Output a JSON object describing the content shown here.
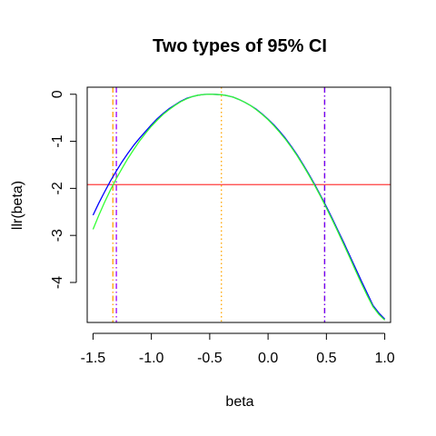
{
  "chart_data": {
    "type": "line",
    "title": "Two types of 95% CI",
    "xlabel": "beta",
    "ylabel": "llr(beta)",
    "xlim": [
      -1.55,
      1.05
    ],
    "ylim": [
      -4.85,
      0.15
    ],
    "x_ticks": [
      -1.5,
      -1.0,
      -0.5,
      0.0,
      0.5,
      1.0
    ],
    "x_tick_labels": [
      "-1.5",
      "-1.0",
      "-0.5",
      "0.0",
      "0.5",
      "1.0"
    ],
    "y_ticks": [
      0,
      -1,
      -2,
      -3,
      -4
    ],
    "y_tick_labels": [
      "0",
      "-1",
      "-2",
      "-3",
      "-4"
    ],
    "grid": false,
    "series": [
      {
        "color": "#0000ff",
        "x": [
          -1.5,
          -1.45,
          -1.4,
          -1.35,
          -1.3,
          -1.25,
          -1.2,
          -1.15,
          -1.1,
          -1.05,
          -1.0,
          -0.95,
          -0.9,
          -0.85,
          -0.8,
          -0.75,
          -0.7,
          -0.65,
          -0.6,
          -0.55,
          -0.5,
          -0.45,
          -0.4,
          -0.35,
          -0.3,
          -0.25,
          -0.2,
          -0.15,
          -0.1,
          -0.05,
          0.0,
          0.05,
          0.1,
          0.15,
          0.2,
          0.25,
          0.3,
          0.35,
          0.4,
          0.45,
          0.5,
          0.55,
          0.6,
          0.65,
          0.7,
          0.75,
          0.8,
          0.85,
          0.9,
          0.95,
          1.0
        ],
        "y": [
          -2.57,
          -2.31,
          -2.07,
          -1.84,
          -1.63,
          -1.43,
          -1.25,
          -1.08,
          -0.93,
          -0.79,
          -0.65,
          -0.52,
          -0.41,
          -0.31,
          -0.23,
          -0.15,
          -0.09,
          -0.05,
          -0.02,
          -0.004,
          0.0,
          -0.003,
          -0.01,
          -0.03,
          -0.06,
          -0.11,
          -0.17,
          -0.24,
          -0.32,
          -0.42,
          -0.53,
          -0.65,
          -0.79,
          -0.94,
          -1.11,
          -1.29,
          -1.49,
          -1.7,
          -1.92,
          -2.15,
          -2.39,
          -2.64,
          -2.9,
          -3.16,
          -3.43,
          -3.7,
          -3.97,
          -4.23,
          -4.49,
          -4.65,
          -4.78
        ]
      },
      {
        "color": "#33ff33",
        "x": [
          -1.5,
          -1.45,
          -1.4,
          -1.35,
          -1.3,
          -1.25,
          -1.2,
          -1.15,
          -1.1,
          -1.05,
          -1.0,
          -0.95,
          -0.9,
          -0.85,
          -0.8,
          -0.75,
          -0.7,
          -0.65,
          -0.6,
          -0.55,
          -0.5,
          -0.45,
          -0.4,
          -0.35,
          -0.3,
          -0.25,
          -0.2,
          -0.15,
          -0.1,
          -0.05,
          0.0,
          0.05,
          0.1,
          0.15,
          0.2,
          0.25,
          0.3,
          0.35,
          0.4,
          0.45,
          0.5,
          0.55,
          0.6,
          0.65,
          0.7,
          0.75,
          0.8,
          0.85,
          0.9,
          0.95,
          1.0
        ],
        "y": [
          -2.87,
          -2.57,
          -2.29,
          -2.03,
          -1.79,
          -1.57,
          -1.36,
          -1.17,
          -0.99,
          -0.83,
          -0.68,
          -0.55,
          -0.43,
          -0.33,
          -0.24,
          -0.16,
          -0.1,
          -0.05,
          -0.02,
          -0.004,
          0.0,
          -0.003,
          -0.01,
          -0.03,
          -0.06,
          -0.11,
          -0.17,
          -0.24,
          -0.33,
          -0.43,
          -0.54,
          -0.67,
          -0.81,
          -0.96,
          -1.13,
          -1.31,
          -1.51,
          -1.72,
          -1.94,
          -2.17,
          -2.42,
          -2.67,
          -2.93,
          -3.2,
          -3.47,
          -3.75,
          -4.02,
          -4.28,
          -4.52,
          -4.68,
          -4.8
        ]
      }
    ],
    "reference_lines": [
      {
        "orientation": "horizontal",
        "value": -1.92,
        "color": "#ff3b3b",
        "style": "solid"
      },
      {
        "orientation": "vertical",
        "value": -0.4,
        "color": "#ffa500",
        "style": "dotted"
      },
      {
        "orientation": "vertical",
        "value": -1.33,
        "color": "#ffa500",
        "style": "dashdot"
      },
      {
        "orientation": "vertical",
        "value": -1.3,
        "color": "#9900ff",
        "style": "dashdot"
      },
      {
        "orientation": "vertical",
        "value": 0.485,
        "color": "#ff3300",
        "style": "dashdot"
      },
      {
        "orientation": "vertical",
        "value": 0.485,
        "color": "#6a00ff",
        "style": "dashdot"
      }
    ]
  }
}
